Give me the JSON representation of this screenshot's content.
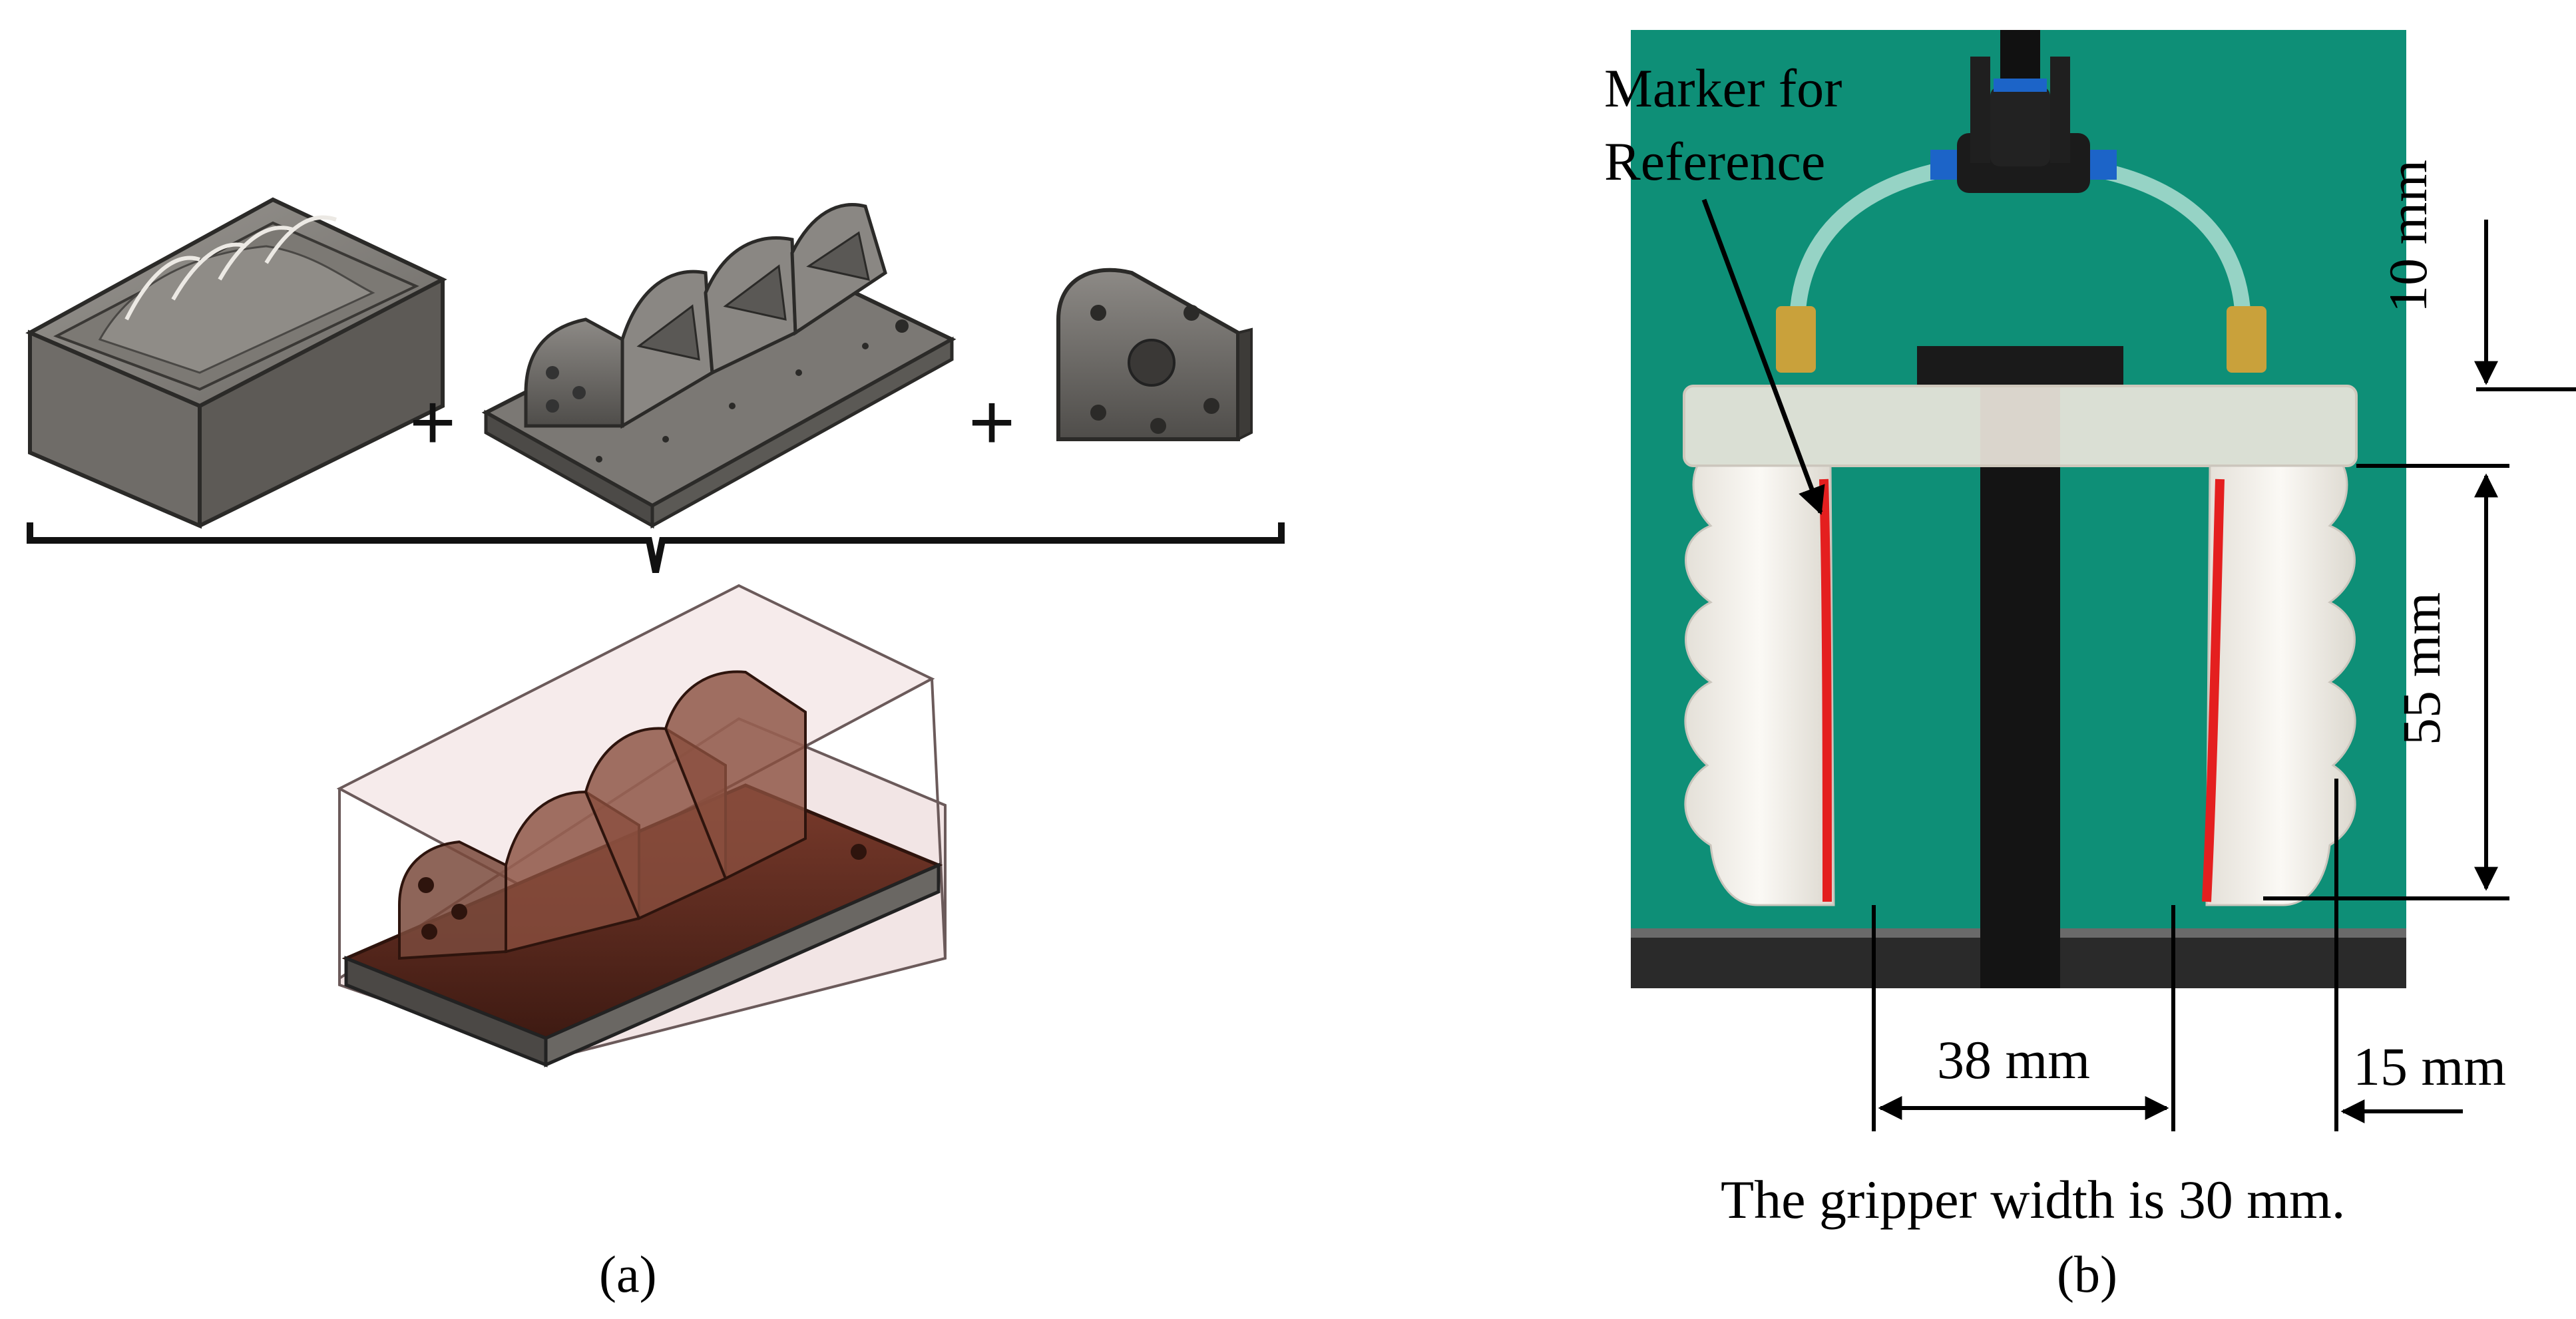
{
  "panel_a": {
    "label": "(a)",
    "plus_symbol": "+",
    "parts": [
      "mold-base-icon",
      "core-insert-icon",
      "end-cap-icon"
    ],
    "assembled": "assembled-mold-icon"
  },
  "panel_b": {
    "label": "(b)",
    "marker_label_line1": "Marker for",
    "marker_label_line2": "Reference",
    "dim_top": "10 mm",
    "dim_height": "55 mm",
    "dim_gap": "38 mm",
    "dim_tip": "15 mm",
    "width_note": "The gripper width is 30 mm.",
    "colors": {
      "background": "#0e8f77",
      "finger": "#f3f0ea",
      "marker": "#e41f1f",
      "stand": "#141414"
    }
  }
}
